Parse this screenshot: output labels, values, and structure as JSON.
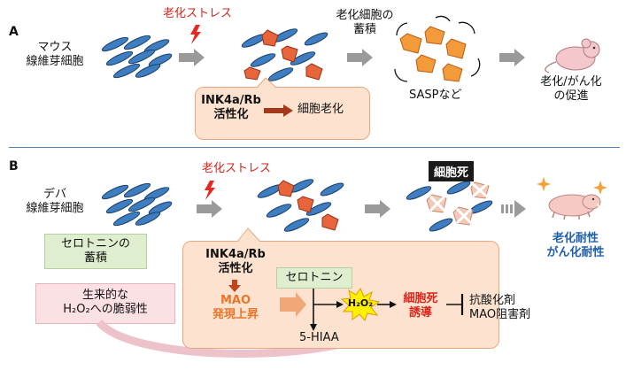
{
  "panelA": {
    "label": "A",
    "cell_type": [
      "マウス",
      "線維芽細胞"
    ],
    "stress": "老化ストレス",
    "accumulation": [
      "老化細胞の",
      "蓄積"
    ],
    "sasp": "SASPなど",
    "outcome": [
      "老化/がん化",
      "の促進"
    ],
    "callout": {
      "line1": "INK4a/Rb",
      "line2": "活性化",
      "result": "細胞老化"
    }
  },
  "panelB": {
    "label": "B",
    "cell_type": [
      "デバ",
      "線維芽細胞"
    ],
    "stress": "老化ストレス",
    "cell_death": "細胞死",
    "outcome": [
      "老化耐性",
      "がん化耐性"
    ],
    "serotonin_accum": [
      "セロトニンの",
      "蓄積"
    ],
    "vulnerability": [
      "生来的な",
      "H₂O₂への脆弱性"
    ],
    "callout": {
      "line1": "INK4a/Rb",
      "line2": "活性化",
      "mao": [
        "MAO",
        "発現上昇"
      ],
      "serotonin": "セロトニン",
      "h2o2": "H₂O₂",
      "metabolite": "5-HIAA",
      "induce": [
        "細胞死",
        "誘導"
      ],
      "inhibitors": [
        "抗酸化剤",
        "MAO阻害剤"
      ]
    }
  },
  "colors": {
    "accent_red": "#d9251c",
    "blue_text": "#1f5fae",
    "callout_bg": "#fde3cf",
    "arrow_gray": "#9a9a9a"
  }
}
